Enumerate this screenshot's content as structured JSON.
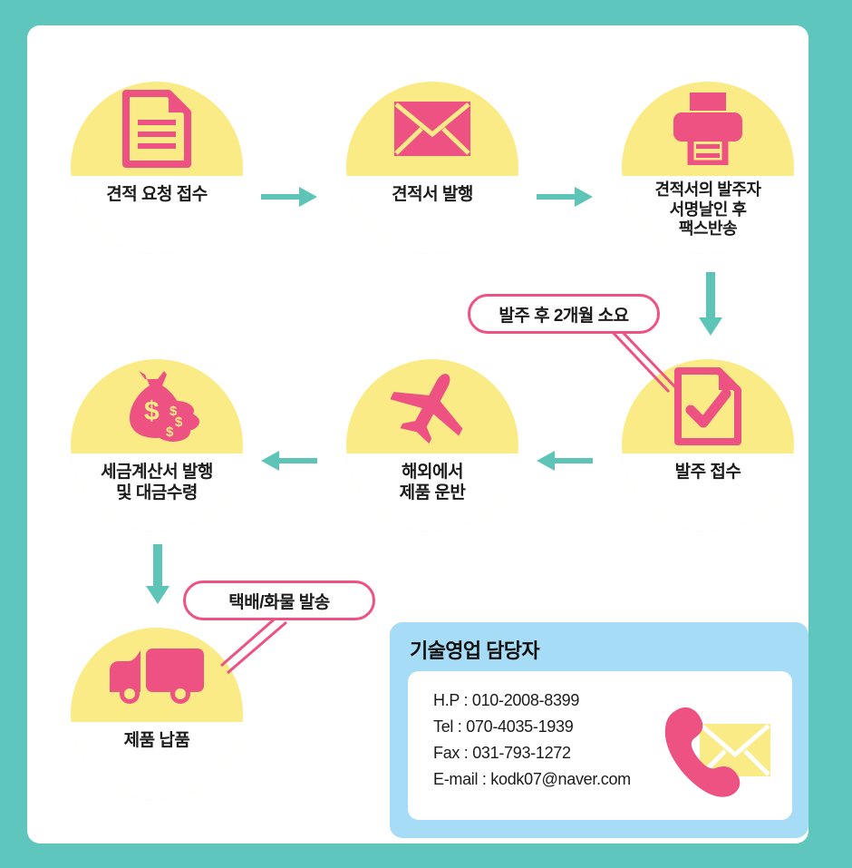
{
  "theme": {
    "frame_bg": "#5fc6bd",
    "panel_bg": "#ffffff",
    "circle_yellow": "#fbeb86",
    "icon_pink": "#ee5282",
    "arrow_teal": "#5ec4b8",
    "contact_blue": "#a7dcf7",
    "text_dark": "#1b1b1b"
  },
  "flow": {
    "steps": [
      {
        "id": "step-1",
        "icon": "document-icon",
        "lines": [
          "견적 요청 접수"
        ]
      },
      {
        "id": "step-2",
        "icon": "envelope-icon",
        "lines": [
          "견적서 발행"
        ]
      },
      {
        "id": "step-3",
        "icon": "printer-fax-icon",
        "lines": [
          "견적서의 발주자",
          "서명날인 후",
          "팩스반송"
        ]
      },
      {
        "id": "step-4",
        "icon": "document-check-icon",
        "lines": [
          "발주 접수"
        ]
      },
      {
        "id": "step-5",
        "icon": "airplane-icon",
        "lines": [
          "해외에서",
          "제품 운반"
        ]
      },
      {
        "id": "step-6",
        "icon": "money-bag-icon",
        "lines": [
          "세금계산서 발행",
          "및 대금수령"
        ]
      },
      {
        "id": "step-7",
        "icon": "delivery-truck-icon",
        "lines": [
          "제품 납품"
        ]
      }
    ],
    "arrows": [
      {
        "id": "arrow-1",
        "direction": "right"
      },
      {
        "id": "arrow-2",
        "direction": "right"
      },
      {
        "id": "arrow-3",
        "direction": "down"
      },
      {
        "id": "arrow-4",
        "direction": "left"
      },
      {
        "id": "arrow-5",
        "direction": "left"
      },
      {
        "id": "arrow-6",
        "direction": "down"
      }
    ],
    "callouts": [
      {
        "id": "callout-lead-time",
        "label": "발주 후 2개월 소요"
      },
      {
        "id": "callout-shipping",
        "label": "택배/화물 발송"
      }
    ]
  },
  "contact": {
    "title": "기술영업 담당자",
    "icon": "phone-mail-icon",
    "lines": [
      "H.P : 010-2008-8399",
      "Tel : 070-4035-1939",
      "Fax : 031-793-1272",
      "E-mail : kodk07@naver.com"
    ]
  }
}
